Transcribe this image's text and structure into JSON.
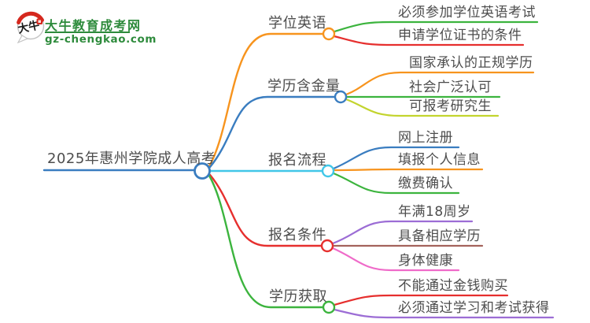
{
  "logo": {
    "icon_text": "大牛",
    "title": "大牛教育成考网",
    "domain": "gz-chengkao.com",
    "brand_green": "#2e8b3c",
    "brand_red": "#d5281e",
    "bubble_stroke": "#c4c4c4",
    "icon_ink": "#1a1a1a"
  },
  "colors": {
    "text": "#4d4d4d"
  },
  "mindmap": {
    "root": {
      "label": "2025年惠州学院成人高考",
      "color": "#3a7dc0"
    },
    "branches": [
      {
        "label": "学位英语",
        "color": "#f7941e",
        "children": [
          {
            "label": "必须参加学位英语考试",
            "color": "#3cb43e"
          },
          {
            "label": "申请学位证书的条件",
            "color": "#e62f2e"
          }
        ]
      },
      {
        "label": "学历含金量",
        "color": "#3a7dc0",
        "children": [
          {
            "label": "国家承认的正规学历",
            "color": "#f7941e"
          },
          {
            "label": "社会广泛认可",
            "color": "#3cb43e"
          },
          {
            "label": "可报考研究生",
            "color": "#c3d42e"
          }
        ]
      },
      {
        "label": "报名流程",
        "color": "#41c7e8",
        "children": [
          {
            "label": "网上注册",
            "color": "#3a7dc0"
          },
          {
            "label": "填报个人信息",
            "color": "#f7941e"
          },
          {
            "label": "缴费确认",
            "color": "#3cb43e"
          }
        ]
      },
      {
        "label": "报名条件",
        "color": "#e62f2e",
        "children": [
          {
            "label": "年满18周岁",
            "color": "#9c6dd5"
          },
          {
            "label": "具备相应学历",
            "color": "#a4635c"
          },
          {
            "label": "身体健康",
            "color": "#ef6bc9"
          }
        ]
      },
      {
        "label": "学历获取",
        "color": "#3cb43e",
        "children": [
          {
            "label": "不能通过金钱购买",
            "color": "#e62f2e"
          },
          {
            "label": "必须通过学习和考试获得",
            "color": "#9c6dd5"
          }
        ]
      }
    ]
  }
}
